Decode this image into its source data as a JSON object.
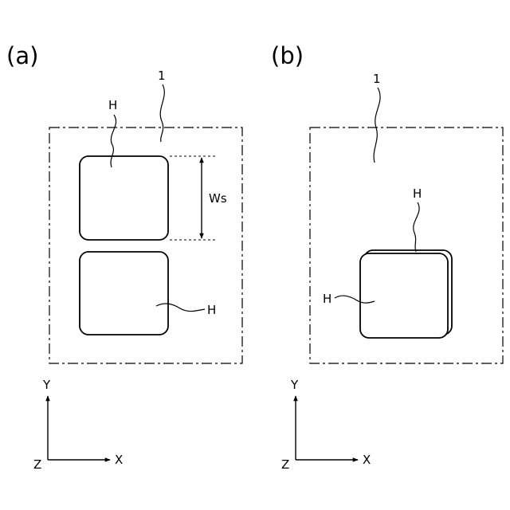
{
  "panels": [
    {
      "label": "(a)",
      "frame_label": "1",
      "holders": [
        {
          "label": "H"
        },
        {
          "label": "H"
        }
      ],
      "dimension_label": "Ws"
    },
    {
      "label": "(b)",
      "frame_label": "1",
      "holders": [
        {
          "label": "H"
        },
        {
          "label": "H"
        }
      ]
    }
  ],
  "axes": {
    "y_label": "Y",
    "x_label": "X",
    "z_label": "Z"
  },
  "colors": {
    "ink": "#000000",
    "background": "#ffffff"
  }
}
